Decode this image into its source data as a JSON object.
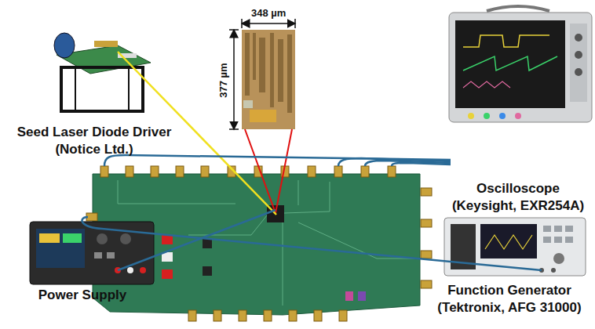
{
  "diagram": {
    "nodes": [
      {
        "text": [
          "Seed Laser Diode Driver (Notice Ltd.)"
        ]
      },
      {
        "text": [
          "Oscilloscope (Keysight, EXR254A)"
        ]
      },
      {
        "text": [
          "Power Supply"
        ]
      },
      {
        "text": [
          "Function Generator (Tektronix, AFG 31000)"
        ]
      }
    ],
    "labels": [
      "348 µm",
      "377 µm"
    ]
  }
}
